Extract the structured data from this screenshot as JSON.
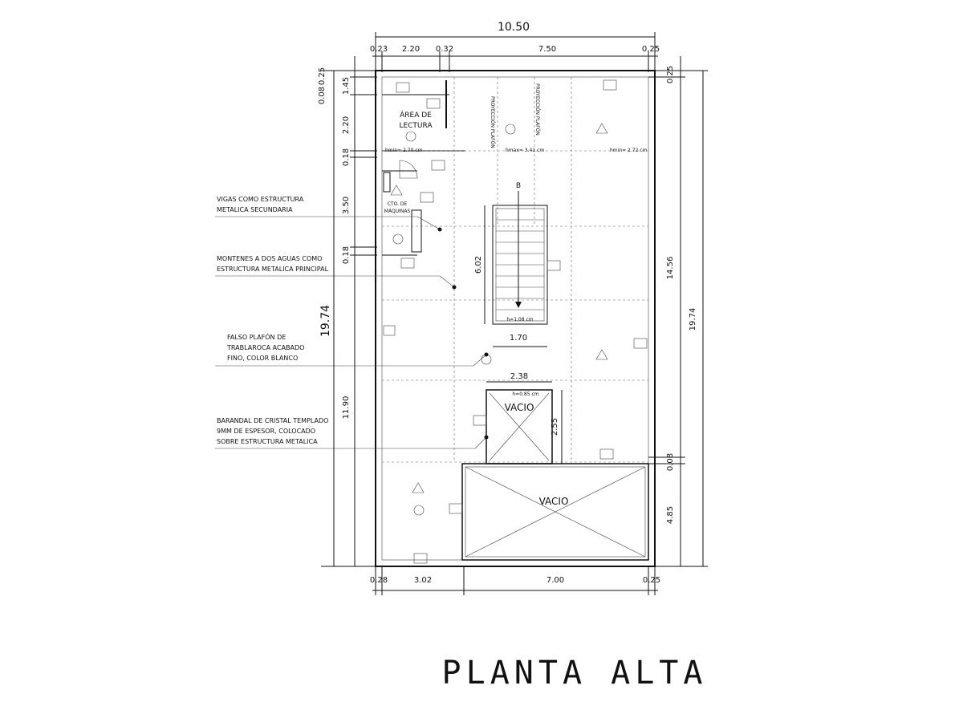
{
  "title": "PLANTA ALTA",
  "dimensions": {
    "top_total": "10.50",
    "top_segments": [
      "0.23",
      "2.20",
      "0.32",
      "7.50",
      "0.25"
    ],
    "bottom_segments": [
      "0.28",
      "3.02",
      "7.00",
      "0.25"
    ],
    "left_total": "19.74",
    "left_segments": [
      "0.25",
      "0.08",
      "1.45",
      "2.20",
      "0.18",
      "3.50",
      "0.18",
      "11.90"
    ],
    "right_segments": [
      "0.25",
      "14.56",
      "0.08",
      "4.85"
    ],
    "right_total": "19.74",
    "stair_length": "6.02",
    "stair_width": "1.70",
    "void_width": "2.38",
    "void_depth": "2.55"
  },
  "heights": {
    "hmin_left": "hmin= 2.70 cm",
    "hmax": "hmax= 3.41 cm",
    "hmin_right": "hmin= 2.72 cm",
    "stair_h": "h=1.08 cm",
    "void_h": "h=0.85 cm"
  },
  "rooms": {
    "reading_line1": "ÁREA DE",
    "reading_line2": "LECTURA",
    "machines_line1": "CTO. DE",
    "machines_line2": "MÁQUINAS",
    "stair_mark": "B",
    "vacio_small": "VACIO",
    "vacio_large": "VACIO",
    "projection_1": "PROYECCIÓN PLAFÓN",
    "projection_2": "PROYECCIÓN PLAFÓN"
  },
  "notes": [
    {
      "line1": "VIGAS COMO ESTRUCTURA",
      "line2": "METALICA SECUNDARIA",
      "line3": ""
    },
    {
      "line1": "MONTENES A DOS AGUAS COMO",
      "line2": "ESTRUCTURA METALICA PRINCIPAL",
      "line3": ""
    },
    {
      "line1": "FALSO PLAFÓN DE",
      "line2": "TRABLAROCA ACABADO",
      "line3": "FINO, COLOR BLANCO"
    },
    {
      "line1": "BARANDAL DE CRISTAL TEMPLADO",
      "line2": "9MM DE ESPESOR, COLOCADO",
      "line3": "SOBRE ESTRUCTURA METALICA"
    }
  ]
}
